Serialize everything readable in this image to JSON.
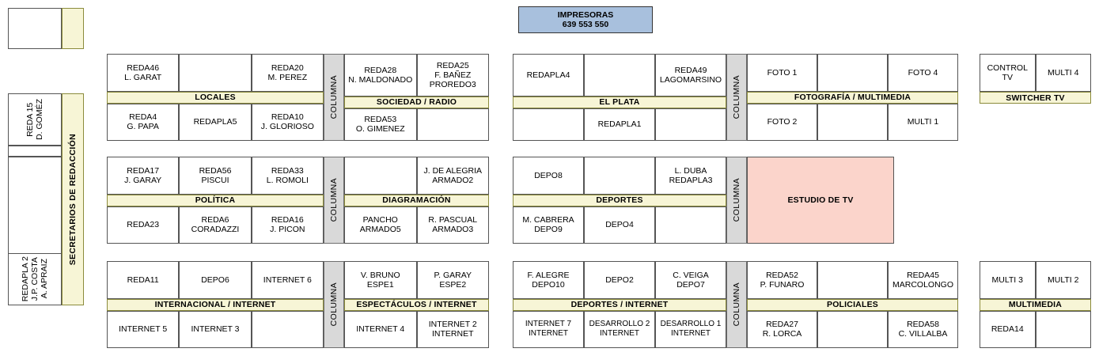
{
  "printers": {
    "title": "IMPRESORAS",
    "numbers": "639  553  550"
  },
  "sidebar": {
    "label": "SECRETARIOS DE REDACCIÓN",
    "top_empty": "",
    "boxes": [
      {
        "name": "reda15",
        "text": "REDA 15\nD. GOMÉZ"
      },
      {
        "name": "empty-a",
        "text": ""
      },
      {
        "name": "empty-b",
        "text": ""
      },
      {
        "name": "empty-c",
        "text": ""
      },
      {
        "name": "redapla2",
        "text": "REDAPLA 2\nJ.P. COSTA\nA. APRAIZ"
      }
    ]
  },
  "columna_label": "COLUMNA",
  "studio": {
    "label": "ESTUDIO DE TV"
  },
  "blocks": [
    {
      "id": "locales",
      "banner": "LOCALES",
      "top": [
        "REDA46\nL. GARAT",
        "",
        "REDA20\nM. PEREZ"
      ],
      "bottom": [
        "REDA4\nG. PAPA",
        "REDAPLA5",
        "REDA10\nJ. GLORIOSO"
      ]
    },
    {
      "id": "sociedad-radio",
      "banner": "SOCIEDAD / RADIO",
      "top": [
        "REDA28\nN. MALDONADO",
        "REDA25\nF. BAÑEZ\nPROREDO3"
      ],
      "bottom": [
        "REDA53\nO. GIMENEZ",
        ""
      ]
    },
    {
      "id": "el-plata",
      "banner": "EL PLATA",
      "top": [
        "REDAPLA4",
        "",
        "REDA49\nLAGOMARSINO"
      ],
      "bottom": [
        "",
        "REDAPLA1",
        ""
      ]
    },
    {
      "id": "fotografia-multimedia",
      "banner": "FOTOGRAFÍA / MULTIMEDIA",
      "top": [
        "FOTO 1",
        "",
        "FOTO 4"
      ],
      "bottom": [
        "FOTO 2",
        "",
        "MULTI 1"
      ]
    },
    {
      "id": "switcher-tv",
      "banner": "SWITCHER TV",
      "top": [
        "CONTROL TV",
        "MULTI 4"
      ],
      "bottom": []
    },
    {
      "id": "politica",
      "banner": "POLÍTICA",
      "top": [
        "REDA17\nJ. GARAY",
        "REDA56\nPISCUI",
        "REDA33\nL. ROMOLI"
      ],
      "bottom": [
        "REDA23",
        "REDA6\nCORADAZZI",
        "REDA16\nJ. PICON"
      ]
    },
    {
      "id": "diagramacion",
      "banner": "DIAGRAMACIÓN",
      "top": [
        "",
        "J. DE ALEGRIA\nARMADO2"
      ],
      "bottom": [
        "PANCHO\nARMADO5",
        "R. PASCUAL\nARMADO3"
      ]
    },
    {
      "id": "deportes",
      "banner": "DEPORTES",
      "top": [
        "DEPO8",
        "",
        "L. DUBA\nREDAPLA3"
      ],
      "bottom": [
        "M. CABRERA\nDEPO9",
        "DEPO4",
        ""
      ]
    },
    {
      "id": "internacional-internet",
      "banner": "INTERNACIONAL / INTERNET",
      "top": [
        "REDA11",
        "DEPO6",
        "INTERNET 6"
      ],
      "bottom": [
        "INTERNET 5",
        "INTERNET 3",
        ""
      ]
    },
    {
      "id": "espectaculos-internet",
      "banner": "ESPECTÁCULOS / INTERNET",
      "top": [
        "V. BRUNO\nESPE1",
        "P. GARAY\nESPE2"
      ],
      "bottom": [
        "INTERNET 4",
        "INTERNET 2\nINTERNET"
      ]
    },
    {
      "id": "deportes-internet",
      "banner": "DEPORTES / INTERNET",
      "top": [
        "F. ALEGRE\nDEPO10",
        "DEPO2",
        "C. VEIGA\nDEPO7"
      ],
      "bottom": [
        "INTERNET 7\nINTERNET",
        "DESARROLLO 2\nINTERNET",
        "DESARROLLO 1\nINTERNET"
      ]
    },
    {
      "id": "policiales",
      "banner": "POLICIALES",
      "top": [
        "REDA52\nP. FUNARO",
        "",
        "REDA45\nMARCOLONGO"
      ],
      "bottom": [
        "REDA27\nR. LORCA",
        "",
        "REDA58\nC. VILLALBA"
      ]
    },
    {
      "id": "multimedia",
      "banner": "MULTIMEDIA",
      "top": [
        "MULTI 3",
        "MULTI 2"
      ],
      "bottom": [
        "REDA14",
        ""
      ]
    }
  ],
  "colors": {
    "banner_fill": "#f7f5d6",
    "banner_border": "#8b8b3c",
    "columna_fill": "#d9d9d9",
    "studio_fill": "#fbd4cb",
    "printers_fill": "#a8c0dd",
    "cell_border": "#555555"
  }
}
